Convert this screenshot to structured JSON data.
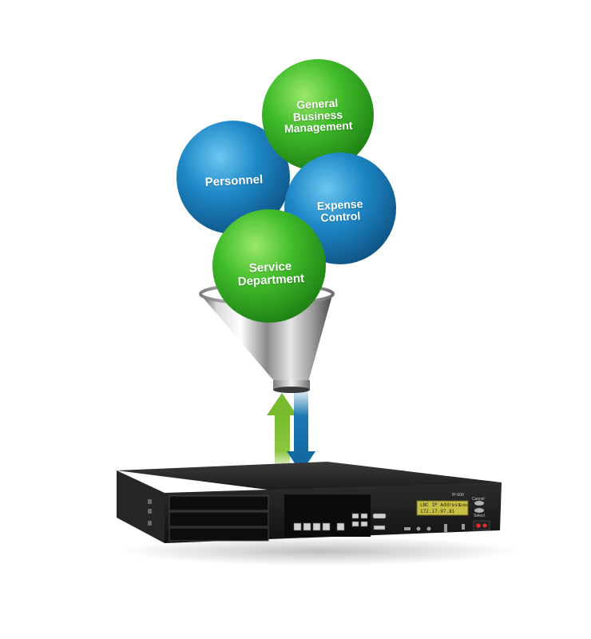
{
  "balls": [
    {
      "id": "personnel",
      "label": "Personnel",
      "color": "blue"
    },
    {
      "id": "general-business-management",
      "label": "General\nBusiness\nManagement",
      "color": "green"
    },
    {
      "id": "expense-control",
      "label": "Expense\nControl",
      "color": "blue"
    },
    {
      "id": "service-department",
      "label": "Service\nDepartment",
      "color": "green"
    }
  ],
  "colors": {
    "green": "#3fbb2a",
    "blue": "#1a7db4",
    "arrow_up": "#8cc63f",
    "arrow_down": "#1b78b3",
    "device_body": "#1f1f1f",
    "lcd": "#c8bf45"
  },
  "device": {
    "model": "IP-500",
    "lcd_line1": "LNC IP Address",
    "lcd_line2": "172.17.97.81",
    "lcd_right": "Enter",
    "button_left": "Cancel",
    "button_right": "Select"
  },
  "icons": [
    "funnel-icon",
    "up-arrow-icon",
    "down-arrow-icon",
    "server-appliance-icon"
  ]
}
